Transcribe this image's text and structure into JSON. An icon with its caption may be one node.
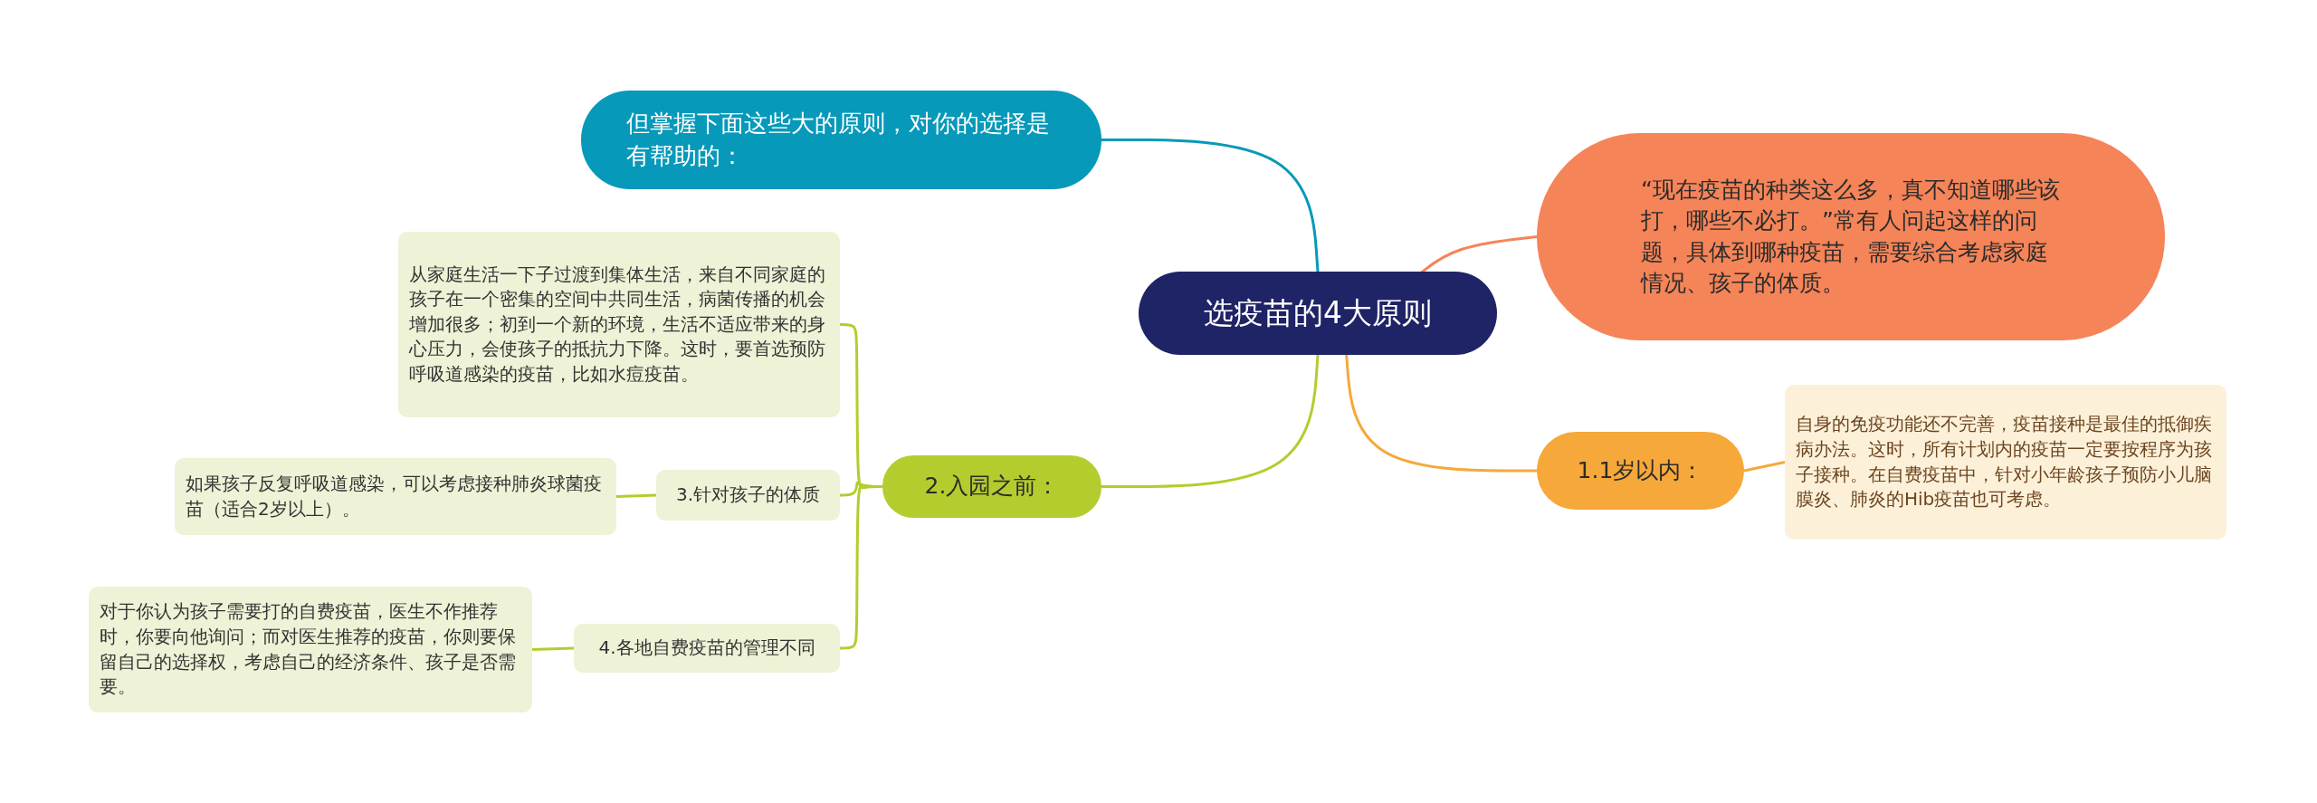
{
  "diagram": {
    "nodes": [
      {
        "text": [
          "选疫苗的4大原则"
        ]
      },
      {
        "text": [
          "但掌握下面这些大的原则，对你的选择是有帮助的："
        ]
      },
      {
        "text": [
          "“现在疫苗的种类这么多，真不知道哪些该打，哪些不必打。”常有人问起这样的问题，具体到哪种疫苗，需要综合考虑家庭情况、孩子的体质。"
        ]
      },
      {
        "text": [
          "从家庭生活一下子过渡到集体生活，来自不同家庭的孩子在一个密集的空间中共同生活，病菌传播的机会增加很多；初到一个新的环境，生活不适应带来的身心压力，会使孩子的抵抗力下降。这时，要首选预防呼吸道感染的疫苗，比如水痘疫苗。"
        ]
      },
      {
        "text": [
          "如果孩子反复呼吸道感染，可以考虑接种肺炎球菌疫苗（适合2岁以上）。"
        ]
      },
      {
        "text": [
          "3.针对孩子的体质"
        ]
      },
      {
        "text": [
          "2.入园之前："
        ]
      },
      {
        "text": [
          "1.1岁以内："
        ]
      },
      {
        "text": [
          "自身的免疫功能还不完善，疫苗接种是最佳的抵御疾病办法。这时，所有计划内的疫苗一定要按程序为孩子接种。在自费疫苗中，针对小年龄孩子预防小儿脑膜炎、肺炎的Hib疫苗也可考虑。"
        ]
      },
      {
        "text": [
          "对于你认为孩子需要打的自费疫苗，医生不作推荐时，你要向他询问；而对医生推荐的疫苗，你则要保留自己的选择权，考虑自己的经济条件、孩子是否需要。"
        ]
      },
      {
        "text": [
          "4.各地自费疫苗的管理不同"
        ]
      }
    ],
    "edges": [
      {
        "from": 0,
        "to": 1,
        "arrow": "none",
        "color": "#0799b9"
      },
      {
        "from": 0,
        "to": 2,
        "arrow": "none",
        "color": "#f58458"
      },
      {
        "from": 0,
        "to": 7,
        "arrow": "none",
        "color": "#f6a83a"
      },
      {
        "from": 0,
        "to": 6,
        "arrow": "none"
      },
      {
        "from": 7,
        "to": 8,
        "arrow": "none",
        "color": "#f6a83a"
      },
      {
        "from": 6,
        "to": 3,
        "arrow": "none"
      },
      {
        "from": 6,
        "to": 5,
        "arrow": "none"
      },
      {
        "from": 6,
        "to": 10,
        "arrow": "none"
      },
      {
        "from": 5,
        "to": 4,
        "arrow": "none"
      },
      {
        "from": 10,
        "to": 9,
        "arrow": "none"
      }
    ]
  }
}
